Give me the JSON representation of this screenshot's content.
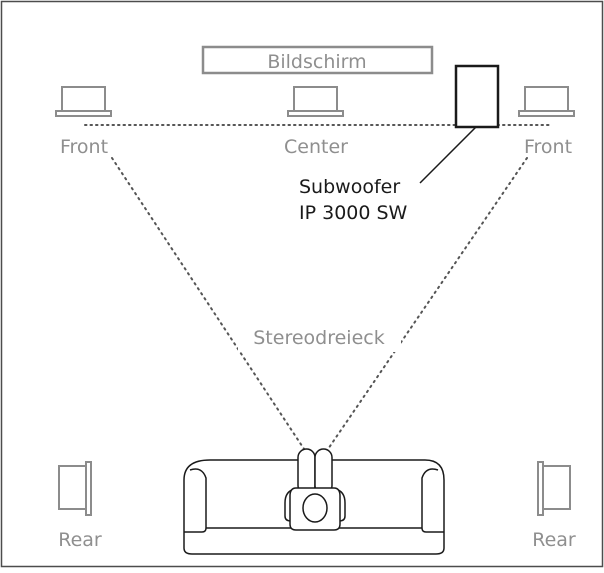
{
  "labels": {
    "screen": "Bildschirm",
    "front_left": "Front",
    "center": "Center",
    "front_right": "Front",
    "subwoofer_line1": "Subwoofer",
    "subwoofer_line2": "IP 3000 SW",
    "stereo_triangle": "Stereodreieck",
    "rear_left": "Rear",
    "rear_right": "Rear"
  },
  "colors": {
    "line_gray": "#8c8c8c",
    "text_gray": "#8f8f8f",
    "dark": "#1a1a1a",
    "frame": "#4d4d4d"
  }
}
